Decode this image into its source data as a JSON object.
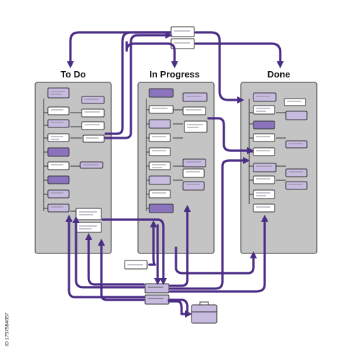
{
  "diagram": {
    "columns": [
      {
        "id": "todo",
        "title": "To Do"
      },
      {
        "id": "inprogress",
        "title": "In Progress"
      },
      {
        "id": "done",
        "title": "Done"
      }
    ],
    "colors": {
      "accent": "#4b2d86",
      "column_fill": "#c4c4c4",
      "column_stroke": "#555555",
      "card_white": "#ffffff",
      "card_light": "#c7bbe0",
      "card_dark": "#8b74bd",
      "line": "#333333",
      "text_line": "#8a8a9a"
    },
    "side_text": "ID 1757584057"
  }
}
